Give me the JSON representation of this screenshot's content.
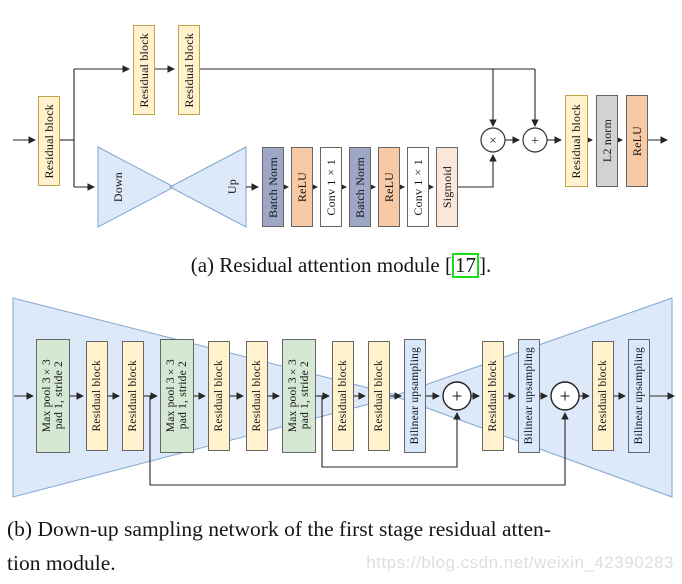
{
  "figure": {
    "captions": {
      "a_prefix": "(a) Residual attention module [",
      "a_ref": "17",
      "a_suffix": "].",
      "b_line1": "(b) Down-up sampling network of the first stage residual atten-",
      "b_line2": "tion module."
    },
    "watermark": "https://blog.csdn.net/weixin_42390283"
  },
  "colors": {
    "residual_yellow": "#FFF2CC",
    "maxpool_green": "#D5E8D4",
    "upsample_blue": "#DAE8FC",
    "batchnorm_slate": "#9EA7C6",
    "relu_peach": "#F8C9A5",
    "sigmoid_pale_peach": "#FBE8DA",
    "l2norm_gray": "#D2D2D2",
    "conv_white": "#FFFFFF",
    "triangle_blue": "#D9E7F8",
    "citation_green": "#1BDD1B",
    "watermark_gray": "#DEDEDE"
  },
  "diagram_a": {
    "nodes": [
      {
        "label": "Residual block"
      },
      {
        "label": "Residual block"
      },
      {
        "label": "Residual block"
      },
      {
        "label": "Batch Norm"
      },
      {
        "label": "ReLU"
      },
      {
        "label": "Conv 1×1"
      },
      {
        "label": "Batch Norm"
      },
      {
        "label": "ReLU"
      },
      {
        "label": "Conv 1×1"
      },
      {
        "label": "Sigmoid"
      },
      {
        "label": "Residual block"
      },
      {
        "label": "L2 norm"
      },
      {
        "label": "ReLU"
      }
    ],
    "triangles": [
      {
        "label": "Down"
      },
      {
        "label": "Up"
      }
    ],
    "operators": {
      "multiply": "×",
      "add": "+"
    }
  },
  "diagram_b": {
    "nodes": [
      {
        "label": "Max pool 3×3\npad 1, stride 2"
      },
      {
        "label": "Residual block"
      },
      {
        "label": "Residual block"
      },
      {
        "label": "Max pool 3×3\npad 1, stride 2"
      },
      {
        "label": "Residual block"
      },
      {
        "label": "Residual block"
      },
      {
        "label": "Max pool 3×3\npad 1, stride 2"
      },
      {
        "label": "Residual block"
      },
      {
        "label": "Residual block"
      },
      {
        "label": "Bilinear upsampling"
      },
      {
        "label": "Residual block"
      },
      {
        "label": "Bilinear upsampling"
      },
      {
        "label": "Residual block"
      },
      {
        "label": "Bilinear upsampling"
      }
    ],
    "operators": {
      "add": "+"
    }
  }
}
